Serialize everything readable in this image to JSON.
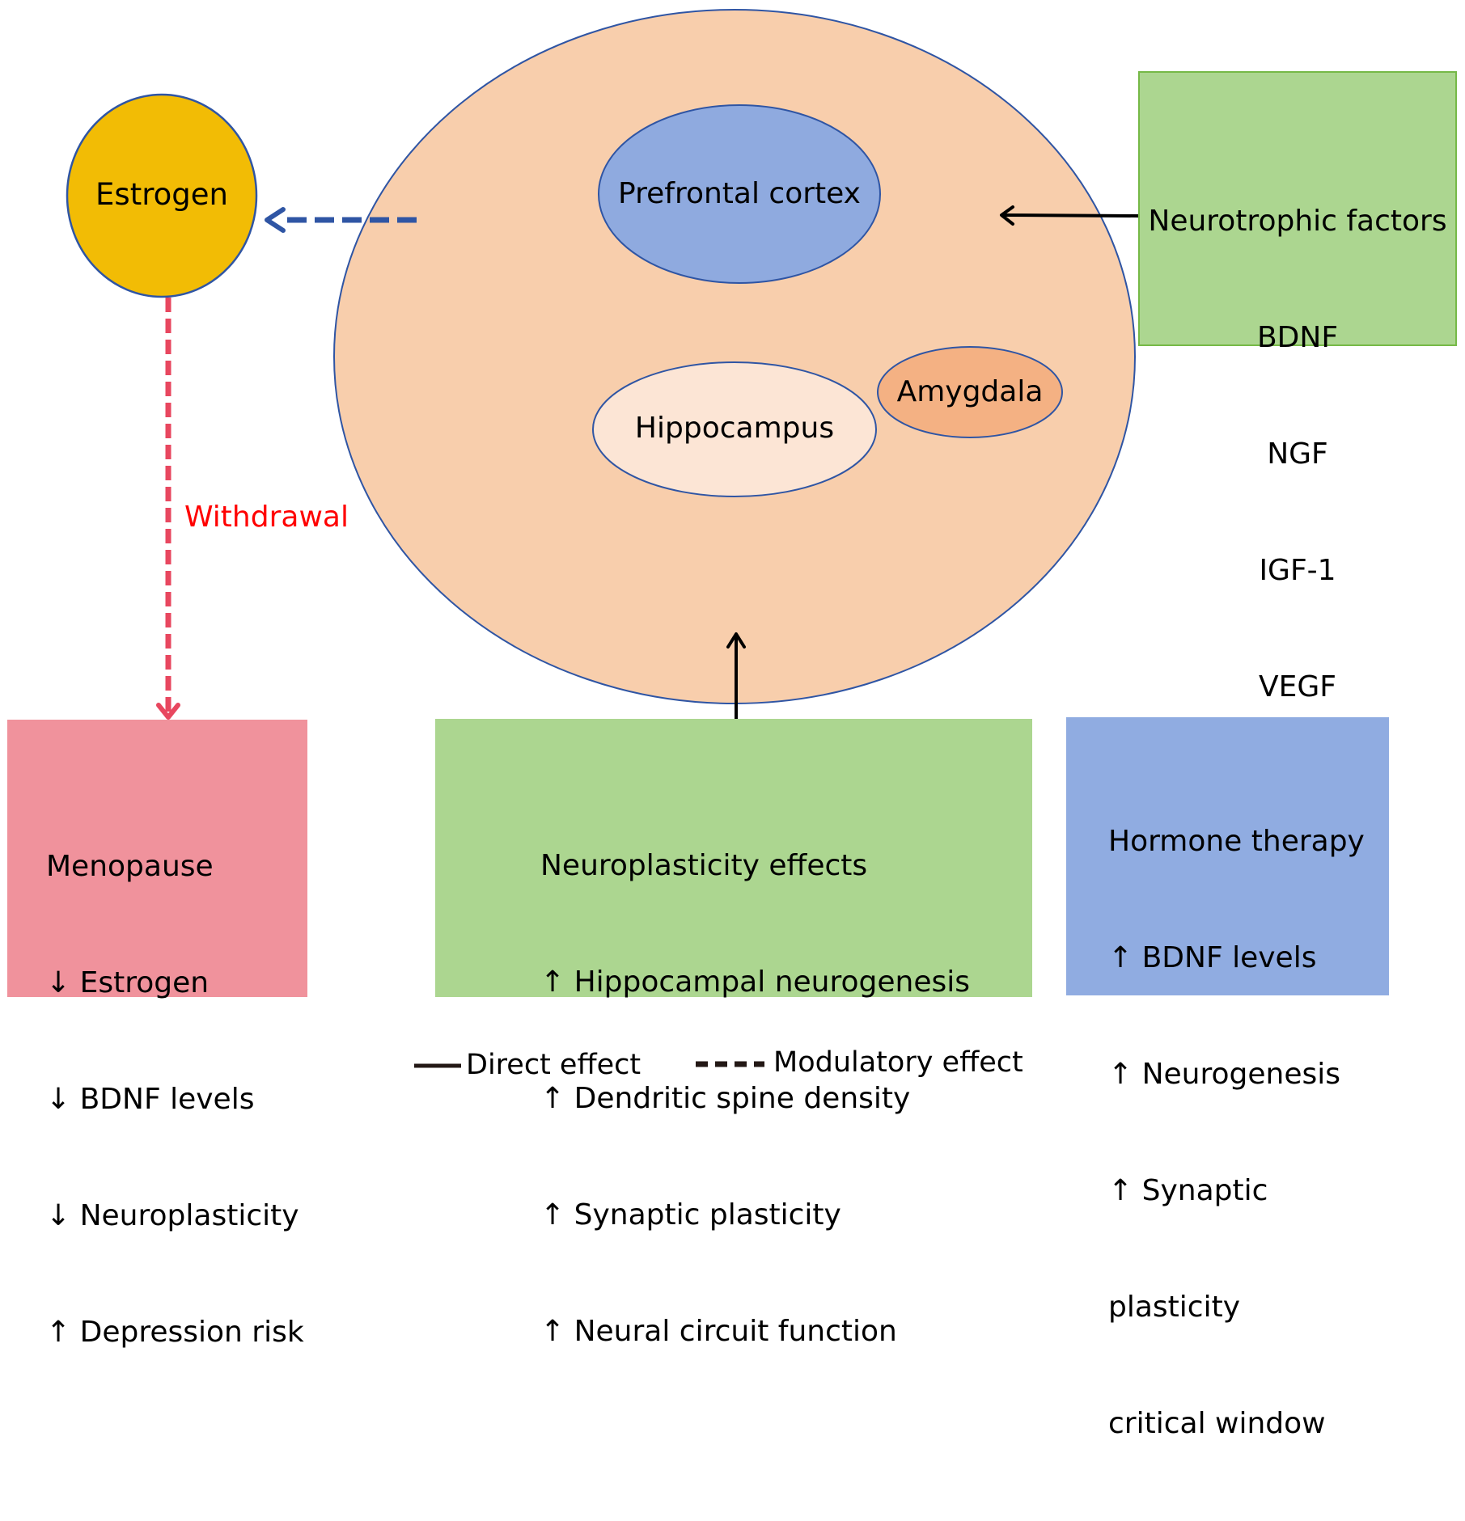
{
  "brain": {
    "regions": {
      "prefrontal": "Prefrontal cortex",
      "hippocampus": "Hippocampus",
      "amygdala": "Amygdala"
    }
  },
  "estrogen": {
    "label": "Estrogen"
  },
  "withdrawal": {
    "label": "Withdrawal"
  },
  "neurotrophic": {
    "title": "Neurotrophic factors",
    "items": [
      "BDNF",
      "NGF",
      "IGF-1",
      "VEGF"
    ]
  },
  "menopause": {
    "lines": [
      "Menopause",
      "↓ Estrogen",
      "↓ BDNF levels",
      "↓ Neuroplasticity",
      "↑ Depression risk"
    ]
  },
  "neuroplasticity": {
    "lines": [
      "Neuroplasticity effects",
      "↑ Hippocampal neurogenesis",
      "↑ Dendritic spine density",
      "↑ Synaptic plasticity",
      "↑ Neural circuit function"
    ]
  },
  "hormone_therapy": {
    "lines": [
      "Hormone therapy",
      "↑ BDNF levels",
      "↑ Neurogenesis",
      "↑ Synaptic",
      "plasticity",
      "critical window"
    ]
  },
  "legend": {
    "direct": "Direct effect",
    "modulatory": "Modulatory effect"
  },
  "colors": {
    "brain_fill": "#F8CEAC",
    "outline_blue": "#2F55A4",
    "prefrontal_fill": "#8FAADF",
    "hippocampus_fill": "#FCE5D5",
    "amygdala_fill": "#F4B183",
    "estrogen_fill": "#F2BC05",
    "green_box": "#ACD690",
    "green_border": "#76B947",
    "pink_box": "#F0929C",
    "blue_box": "#90ACE1",
    "withdrawal_red": "#E8475F",
    "withdrawal_text": "#FF0000"
  }
}
